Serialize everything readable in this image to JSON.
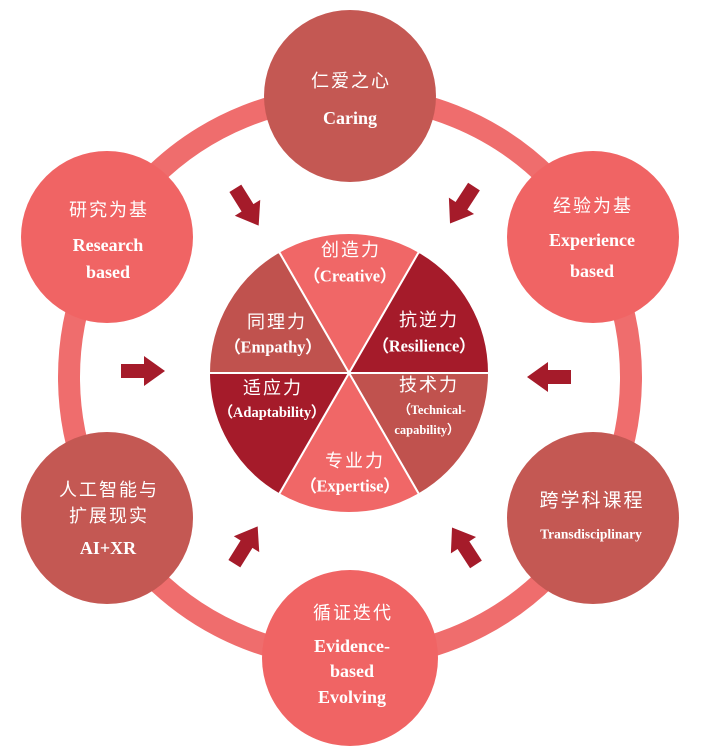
{
  "colors": {
    "ring": "#ef6d6d",
    "arrow": "#a51b2a"
  },
  "outer_nodes": [
    {
      "fill": "#c45853",
      "zh": [
        "仁爱之心"
      ],
      "en": [
        "Caring"
      ]
    },
    {
      "fill": "#f06464",
      "zh": [
        "经验为基"
      ],
      "en": [
        "Experience",
        "based"
      ]
    },
    {
      "fill": "#c45853",
      "zh": [
        "跨学科课程"
      ],
      "en": [
        "Transdisciplinary"
      ]
    },
    {
      "fill": "#f06464",
      "zh": [
        "循证迭代"
      ],
      "en": [
        "Evidence-",
        "based",
        "Evolving"
      ]
    },
    {
      "fill": "#c45853",
      "zh": [
        "人工智能与",
        "扩展现实"
      ],
      "en": [
        "AI+XR"
      ]
    },
    {
      "fill": "#f06464",
      "zh": [
        "研究为基"
      ],
      "en": [
        "Research",
        "based"
      ]
    }
  ],
  "core_segments": [
    {
      "fill": "#f06767",
      "zh": "创造力",
      "en": [
        "（Creative）"
      ]
    },
    {
      "fill": "#a51b2a",
      "zh": "抗逆力",
      "en": [
        "（Resilience）"
      ]
    },
    {
      "fill": "#c0524e",
      "zh": "技术力",
      "en": [
        "（Technical-",
        "capability）"
      ]
    },
    {
      "fill": "#f06767",
      "zh": "专业力",
      "en": [
        "（Expertise）"
      ]
    },
    {
      "fill": "#a51b2a",
      "zh": "适应力",
      "en": [
        "（Adaptability）"
      ]
    },
    {
      "fill": "#c0524e",
      "zh": "同理力",
      "en": [
        "（Empathy）"
      ]
    }
  ]
}
